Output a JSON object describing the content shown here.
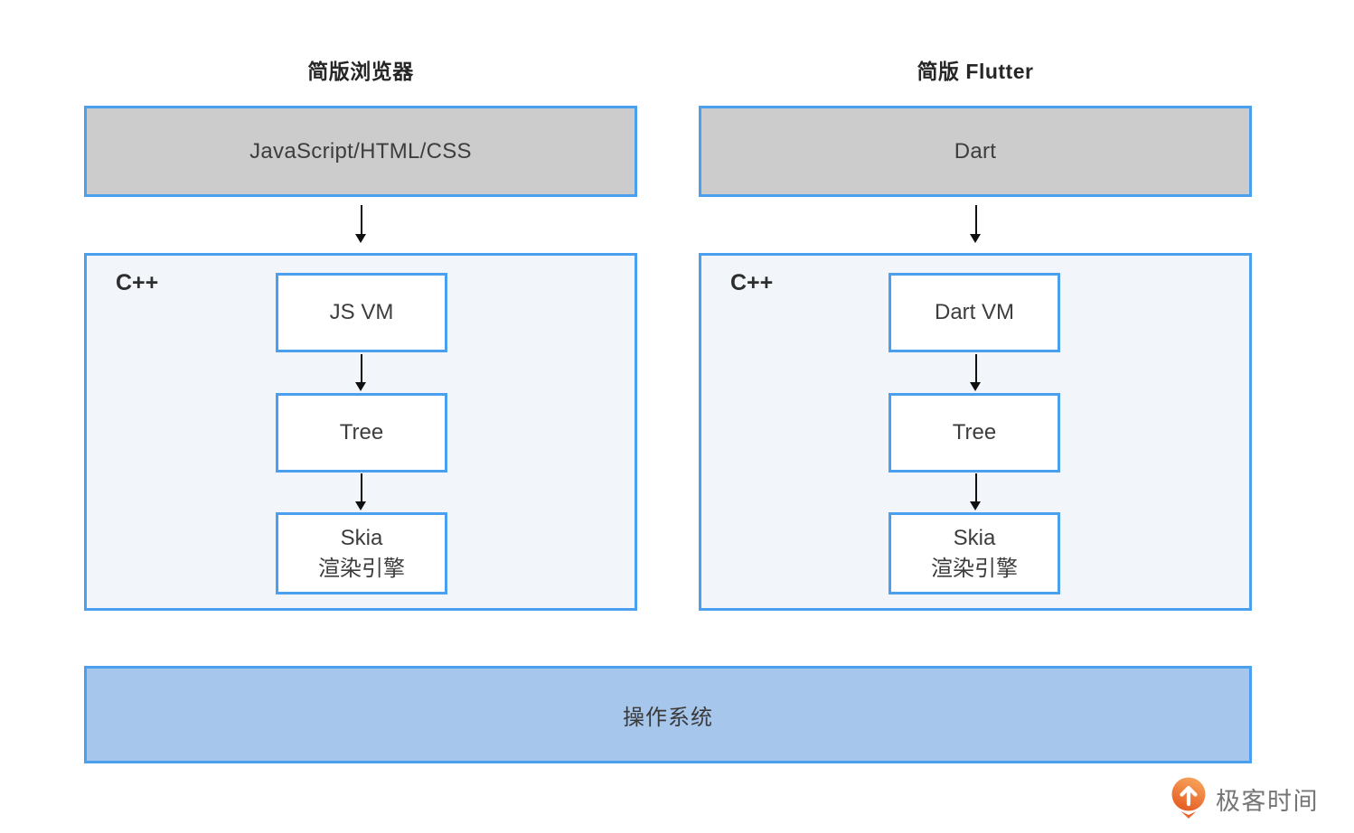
{
  "columns": [
    {
      "title": "简版浏览器",
      "top_box_label": "JavaScript/HTML/CSS",
      "container_label": "C++",
      "nodes": [
        {
          "label": "JS VM"
        },
        {
          "label": "Tree"
        },
        {
          "label": "Skia",
          "label2": "渲染引擎"
        }
      ]
    },
    {
      "title": "简版 Flutter",
      "top_box_label": "Dart",
      "container_label": "C++",
      "nodes": [
        {
          "label": "Dart VM"
        },
        {
          "label": "Tree"
        },
        {
          "label": "Skia",
          "label2": "渲染引擎"
        }
      ]
    }
  ],
  "os_bar": {
    "label": "操作系统"
  },
  "branding": {
    "logo_text": "极客时间",
    "logo_icon": "geektime-logo-icon"
  },
  "colors": {
    "border_blue": "#4AA0EE",
    "top_box_fill": "#CCCCCC",
    "container_fill": "#F2F6FB",
    "os_fill": "#A6C6EC",
    "arrow_black": "#101010",
    "logo_orange": "#E9662C",
    "logo_text_gray": "#757575"
  }
}
